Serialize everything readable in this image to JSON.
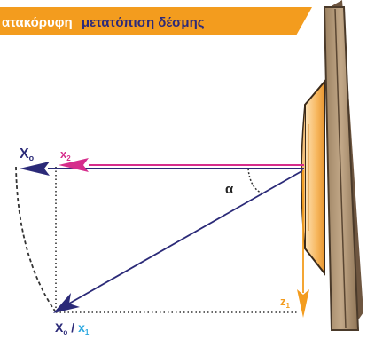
{
  "banner": {
    "prefix": "ατακόρυφη",
    "highlight": "μετατόπιση δέσμης"
  },
  "labels": {
    "x0_main": "X",
    "x0_sub": "o",
    "x2_main": "x",
    "x2_sub": "2",
    "alpha": "α",
    "z1_main": "z",
    "z1_sub": "1",
    "bottom_x0_main": "X",
    "bottom_x0_sub": "o",
    "bottom_sep": "/",
    "bottom_x1_main": "x",
    "bottom_x1_sub": "1"
  },
  "colors": {
    "banner_bg": "#f39c1e",
    "banner_text": "#ffffff",
    "banner_highlight": "#2d2a7a",
    "navy": "#2b2a78",
    "magenta": "#d62d8c",
    "cyan": "#2aa8e0",
    "orange": "#f39c1e",
    "wood": "#b49a7a",
    "wood_dark": "#7a6248",
    "lens": "#f5b860"
  }
}
